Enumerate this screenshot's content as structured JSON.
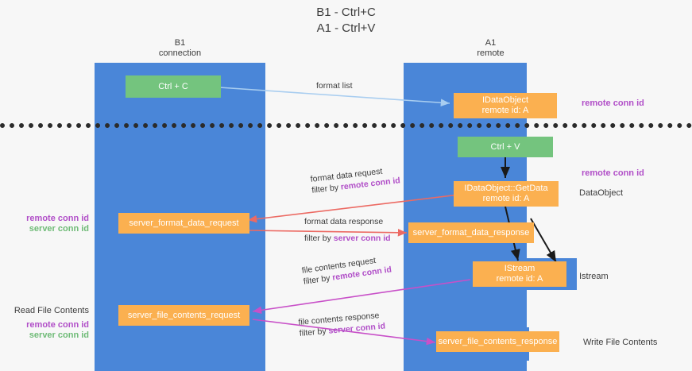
{
  "title": {
    "line1": "B1 - Ctrl+C",
    "line2": "A1 - Ctrl+V"
  },
  "lanes": [
    {
      "id": "b1",
      "name": "B1",
      "role": "connection"
    },
    {
      "id": "a1",
      "name": "A1",
      "role": "remote"
    }
  ],
  "boxes": {
    "ctrl_c": {
      "line1": "Ctrl + C",
      "line2": "",
      "color": "#74c47e"
    },
    "idataobject": {
      "line1": "IDataObject",
      "line2": "remote id: A",
      "color": "#fbb050"
    },
    "ctrl_v": {
      "line1": "Ctrl + V",
      "line2": "",
      "color": "#74c47e"
    },
    "getdata": {
      "line1": "IDataObject::GetData",
      "line2": "remote id: A",
      "color": "#fbb050"
    },
    "fmt_req": {
      "line1": "server_format_data_request",
      "line2": "",
      "color": "#fbb050"
    },
    "fmt_res": {
      "line1": "server_format_data_response",
      "line2": "",
      "color": "#fbb050"
    },
    "istream": {
      "line1": "IStream",
      "line2": "remote id: A",
      "color": "#fbb050"
    },
    "file_req": {
      "line1": "server_file_contents_request",
      "line2": "",
      "color": "#fbb050"
    },
    "file_res": {
      "line1": "server_file_contents_response",
      "line2": "",
      "color": "#fbb050"
    }
  },
  "edge_labels": {
    "format_list": {
      "main": "format list",
      "filter_prefix": "",
      "filter_key": ""
    },
    "fmt_request": {
      "main": "format data request",
      "filter_prefix": "filter by ",
      "filter_key": "remote conn id"
    },
    "fmt_response": {
      "main": "format data response",
      "filter_prefix": "filter by ",
      "filter_key": "server conn id"
    },
    "file_request": {
      "main": "file contents request",
      "filter_prefix": "filter by ",
      "filter_key": "remote conn id"
    },
    "file_response": {
      "main": "file contents response",
      "filter_prefix": "filter by ",
      "filter_key": "server conn id"
    }
  },
  "annotations": {
    "right_top_conn": "remote conn id",
    "right_mid_conn": "remote conn id",
    "right_dataobject": "DataObject",
    "right_istream": "Istream",
    "right_write": "Write File Contents",
    "left_remote_conn_1": "remote conn id",
    "left_server_conn_1": "server conn id",
    "left_read": "Read File Contents",
    "left_remote_conn_2": "remote conn id",
    "left_server_conn_2": "server conn id"
  },
  "colors": {
    "lane": "#4a86d8",
    "green_box": "#74c47e",
    "orange_box": "#fbb050",
    "purple": "#b14fc8",
    "green_text": "#6fbb77",
    "arrow_blue": "#a8cdf0",
    "arrow_red": "#ec6a63",
    "arrow_magenta": "#c850c8",
    "arrow_black": "#1a1a1a",
    "background": "#f7f7f7"
  }
}
